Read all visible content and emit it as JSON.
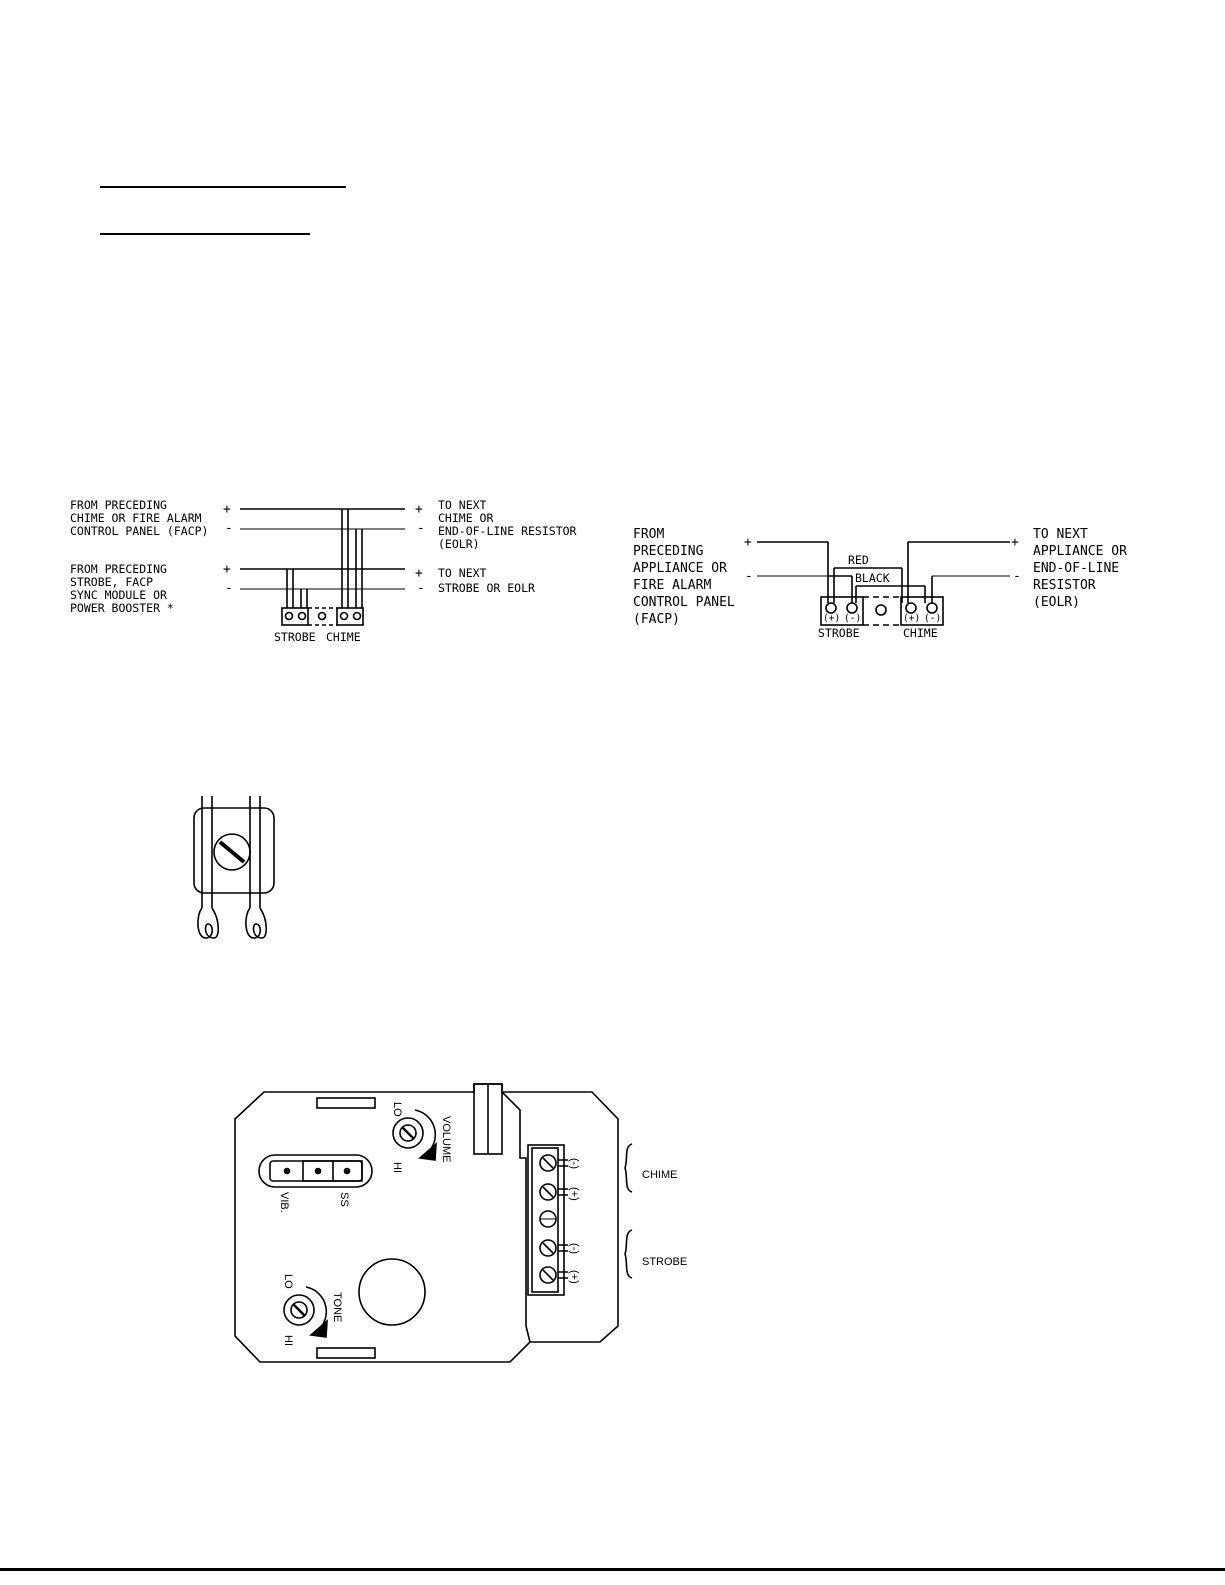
{
  "diagram1": {
    "from_chime": [
      "FROM PRECEDING",
      "CHIME OR FIRE ALARM",
      "CONTROL PANEL (FACP)"
    ],
    "from_strobe": [
      "FROM PRECEDING",
      "STROBE, FACP",
      "SYNC MODULE OR",
      "POWER BOOSTER *"
    ],
    "to_chime": [
      "TO NEXT",
      "CHIME OR",
      "END-OF-LINE RESISTOR",
      "(EOLR)"
    ],
    "to_strobe": [
      "TO NEXT",
      "STROBE OR EOLR"
    ],
    "strobe_label": "STROBE",
    "chime_label": "CHIME",
    "plus": "+",
    "minus": "-"
  },
  "diagram2": {
    "from": [
      "FROM",
      "PRECEDING",
      "APPLIANCE OR",
      "FIRE ALARM",
      "CONTROL PANEL",
      "(FACP)"
    ],
    "to": [
      "TO NEXT",
      "APPLIANCE OR",
      "END-OF-LINE",
      "RESISTOR",
      "(EOLR)"
    ],
    "red": "RED",
    "black": "BLACK",
    "strobe_label": "STROBE",
    "chime_label": "CHIME",
    "term_plus": "(+)",
    "term_minus": "(-)",
    "plus": "+",
    "minus": "-"
  },
  "board": {
    "volume": "VOLUME",
    "tone": "TONE",
    "lo": "LO",
    "hi": "HI",
    "vib": "VIB.",
    "ss": "SS",
    "chime": "CHIME",
    "strobe": "STROBE",
    "minus": "(-)",
    "plus": "(+)"
  }
}
